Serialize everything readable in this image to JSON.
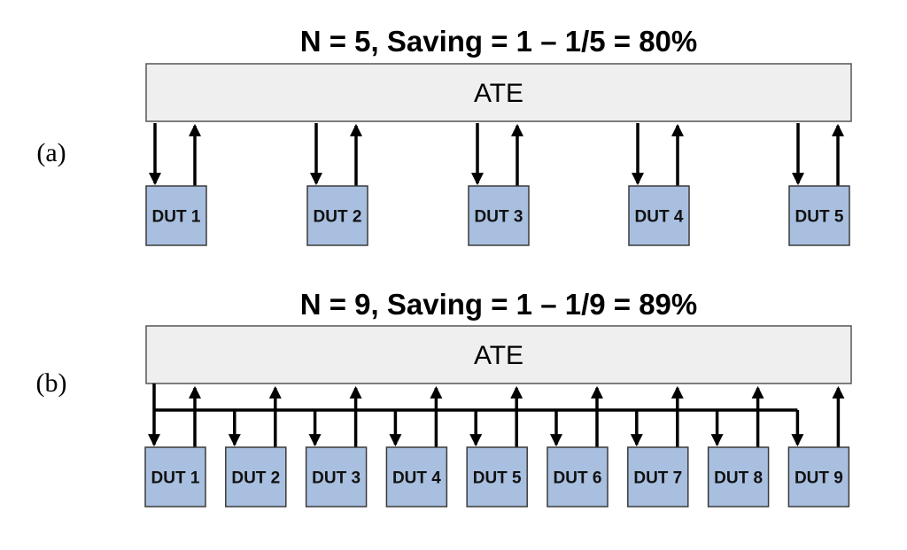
{
  "colors": {
    "ate_fill": "#efefef",
    "dut_fill": "#a8bfdf",
    "wire": "#000000"
  },
  "panel_a": {
    "label": "(a)",
    "title": "N = 5, Saving = 1 – 1/5 = 80%",
    "ate_label": "ATE",
    "duts": [
      "DUT 1",
      "DUT 2",
      "DUT 3",
      "DUT 4",
      "DUT 5"
    ]
  },
  "panel_b": {
    "label": "(b)",
    "title": "N = 9, Saving = 1 – 1/9 = 89%",
    "ate_label": "ATE",
    "duts": [
      "DUT 1",
      "DUT 2",
      "DUT 3",
      "DUT 4",
      "DUT 5",
      "DUT 6",
      "DUT 7",
      "DUT 8",
      "DUT 9"
    ]
  }
}
